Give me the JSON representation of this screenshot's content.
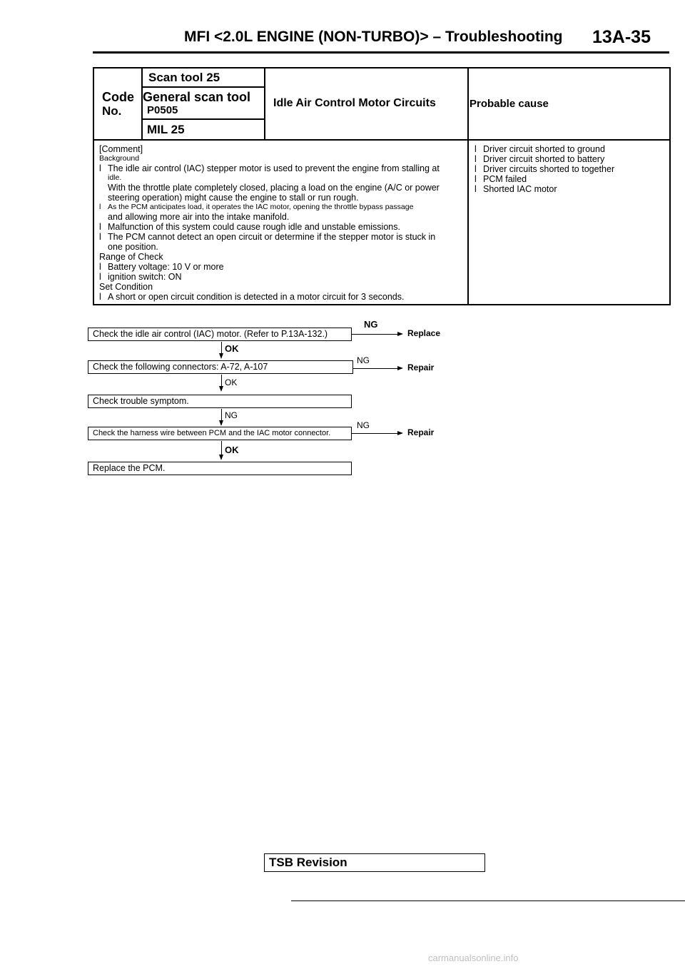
{
  "header": {
    "title": "MFI <2.0L ENGINE (NON-TURBO)> – Troubleshooting",
    "page_number": "13A-35"
  },
  "code_table": {
    "code_label": "Code",
    "no_label": "No.",
    "scan_tool": "Scan tool 25",
    "general_scan_tool": "General scan tool",
    "general_code": "P0505",
    "mil": "MIL 25",
    "circuit_title": "Idle Air Control Motor Circuits",
    "probable_cause_label": "Probable cause"
  },
  "comment": {
    "lines": [
      {
        "text": "[Comment]",
        "style": "txt"
      },
      {
        "text": "Background",
        "style": "sm"
      },
      {
        "text": "The idle air control (IAC) stepper motor is used to prevent the engine from stalling at",
        "style": "txt",
        "bullet": true
      },
      {
        "text": "idle.",
        "style": "sm",
        "indent": true
      },
      {
        "text": "With the throttle plate completely closed, placing a load on the engine (A/C or power",
        "style": "txt",
        "indent": true
      },
      {
        "text": "steering operation) might cause the engine to stall or run rough.",
        "style": "txt",
        "indent": true
      },
      {
        "text": "As the PCM anticipates load, it operates the IAC motor, opening the throttle bypass passage",
        "style": "sm",
        "bullet": true
      },
      {
        "text": "and allowing more air into the intake manifold.",
        "style": "txt",
        "indent": true
      },
      {
        "text": "Malfunction of this system could cause rough idle and unstable emissions.",
        "style": "txt",
        "bullet": true
      },
      {
        "text": "The PCM cannot detect an open circuit or determine if the stepper motor is stuck in",
        "style": "txt",
        "bullet": true
      },
      {
        "text": "one position.",
        "style": "txt",
        "indent": true
      },
      {
        "text": "Range of Check",
        "style": "txt"
      },
      {
        "text": "Battery voltage: 10 V or more",
        "style": "txt",
        "bullet": true
      },
      {
        "text": "ignition switch: ON",
        "style": "txt",
        "bullet": true
      },
      {
        "text": "Set Condition",
        "style": "txt"
      },
      {
        "text": "A short or open circuit condition is detected in a motor circuit for 3 seconds.",
        "style": "txt",
        "bullet": true
      }
    ]
  },
  "bullet_glyph": "l",
  "probable_causes": [
    "Driver circuit shorted to ground",
    "Driver circuit shorted to battery",
    "Driver circuits shorted to together",
    "PCM failed",
    "Shorted IAC motor"
  ],
  "flow": {
    "step1": "Check the idle air control (IAC) motor. (Refer to P.13A-132.)",
    "step1_ng": "NG",
    "step1_result": "Replace",
    "step1_ok": "OK",
    "step2": "Check the following connectors: A-72, A-107",
    "step2_ng": "NG",
    "step2_result": "Repair",
    "step2_ok": "OK",
    "step3": "Check trouble symptom.",
    "step3_ng": "NG",
    "step4": "Check the harness wire between PCM and the IAC motor connector.",
    "step4_ng": "NG",
    "step4_result": "Repair",
    "step4_ok": "OK",
    "step5": "Replace the PCM."
  },
  "footer": {
    "tsb": "TSB Revision",
    "watermark": "carmanualsonline.info"
  }
}
